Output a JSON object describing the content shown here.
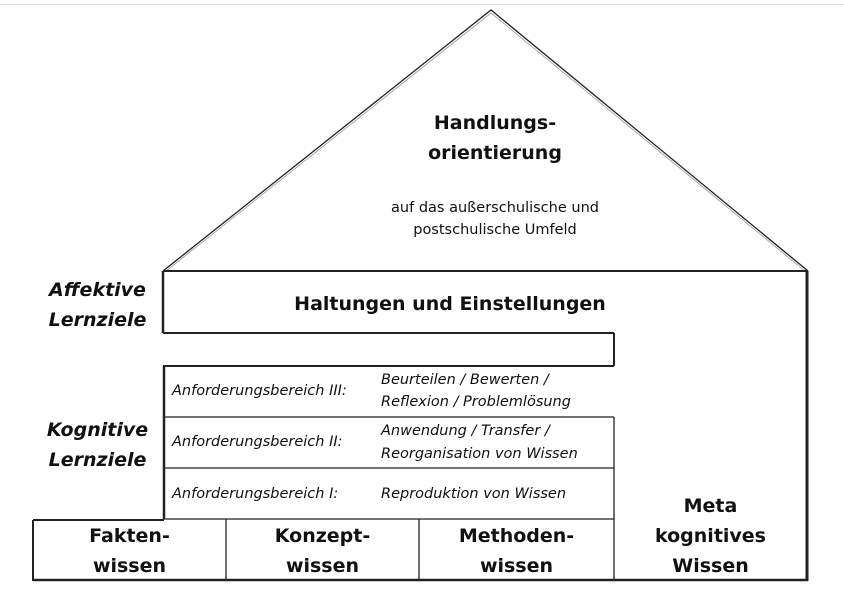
{
  "roof": {
    "title_line1": "Handlungs-",
    "title_line2": "orientierung",
    "sub_line1": "auf das außerschulische und",
    "sub_line2": "postschulische Umfeld"
  },
  "affektive": {
    "line1": "Affektive",
    "line2": "Lernziele"
  },
  "kognitive": {
    "line1": "Kognitive",
    "line2": "Lernziele"
  },
  "haltungen": "Haltungen und Einstellungen",
  "levels": [
    {
      "label": "Anforderungsbereich III:",
      "line1": "Beurteilen / Bewerten /",
      "line2": "Reflexion / Problemlösung"
    },
    {
      "label": "Anforderungsbereich II:",
      "line1": "Anwendung / Transfer /",
      "line2": "Reorganisation von Wissen"
    },
    {
      "label": "Anforderungsbereich I:",
      "line1": "Reproduktion von Wissen",
      "line2": ""
    }
  ],
  "foundation": [
    {
      "line1": "Fakten-",
      "line2": "wissen"
    },
    {
      "line1": "Konzept-",
      "line2": "wissen"
    },
    {
      "line1": "Methoden-",
      "line2": "wissen"
    }
  ],
  "meta": {
    "line1": "Meta",
    "line2": "kognitives",
    "line3": "Wissen"
  }
}
